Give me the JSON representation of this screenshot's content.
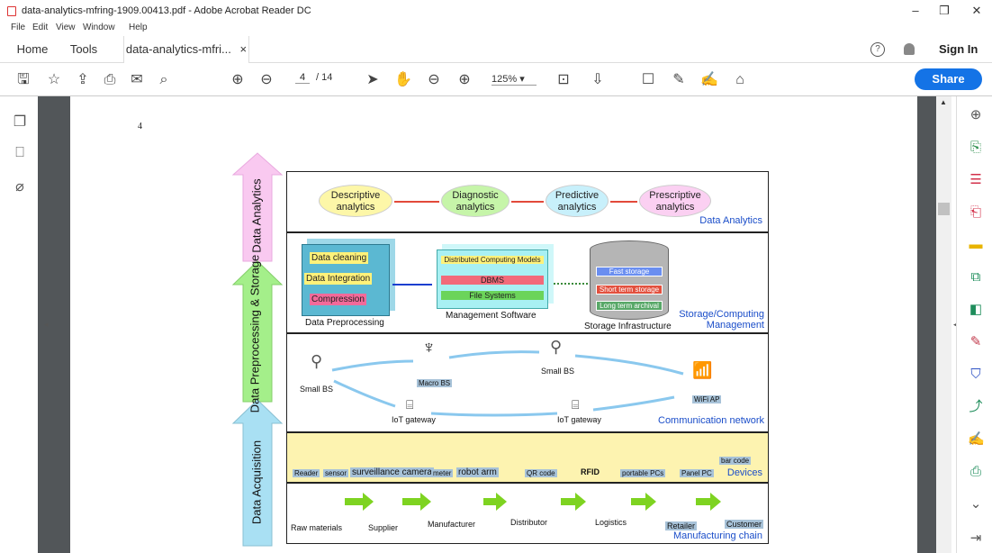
{
  "window": {
    "title": "data-analytics-mfring-1909.00413.pdf - Adobe Acrobat Reader DC",
    "minimize": "–",
    "restore": "❐",
    "close": "✕"
  },
  "menu": [
    "File",
    "Edit",
    "View",
    "Window",
    "Help"
  ],
  "tabs": {
    "home": "Home",
    "tools": "Tools",
    "doc": "data-analytics-mfri...",
    "doc_close": "×"
  },
  "header": {
    "help": "?",
    "signin": "Sign In"
  },
  "toolbar": {
    "page_current": "4",
    "page_total": "/ 14",
    "zoom": "125%",
    "share": "Share"
  },
  "doc": {
    "page_number": "4"
  },
  "figure": {
    "arrows": {
      "analytics": "Data Analytics",
      "preprocessing": "Data Preprocessing & Storage",
      "acquisition": "Data Acquisition"
    },
    "analytics_row": {
      "items": [
        "Descriptive analytics",
        "Diagnostic analytics",
        "Predictive analytics",
        "Prescriptive analytics"
      ],
      "label": "Data Analytics"
    },
    "storage_row": {
      "prep_items": [
        "Data cleaning",
        "Data Integration",
        "Compression"
      ],
      "prep_label": "Data Preprocessing",
      "mgmt_items": [
        "Distributed Computing Models",
        "DBMS",
        "File Systems"
      ],
      "mgmt_label": "Management Software",
      "infra_items": [
        "Fast storage",
        "Short term storage",
        "Long term archival"
      ],
      "infra_label": "Storage Infrastructure",
      "label_1": "Storage/Computing",
      "label_2": "Management"
    },
    "network_row": {
      "small_bs_left": "Small BS",
      "macro_bs": "Macro BS",
      "small_bs_right": "Small BS",
      "wifi_ap": "WiFi AP",
      "iot_left": "IoT gateway",
      "iot_right": "IoT gateway",
      "label": "Communication network"
    },
    "devices_row": {
      "reader": "Reader",
      "sensor": "sensor",
      "camera": "surveillance camera",
      "meter": "meter",
      "robot": "robot arm",
      "qr": "QR code",
      "rfid": "RFID",
      "pcs": "portable PCs",
      "panel": "Panel PC",
      "barcode": "bar code",
      "label": "Devices"
    },
    "chain_row": {
      "raw": "Raw materials",
      "supplier": "Supplier",
      "manufacturer": "Manufacturer",
      "distributor": "Distributor",
      "logistics": "Logistics",
      "retailer": "Retailer",
      "customer": "Customer",
      "label": "Manufacturing chain"
    }
  },
  "colors": {
    "accent": "#1473e6",
    "analytics_arrow": "#f9c9f0",
    "prep_arrow": "#a4ef8a",
    "acq_arrow": "#a9e0f3"
  }
}
